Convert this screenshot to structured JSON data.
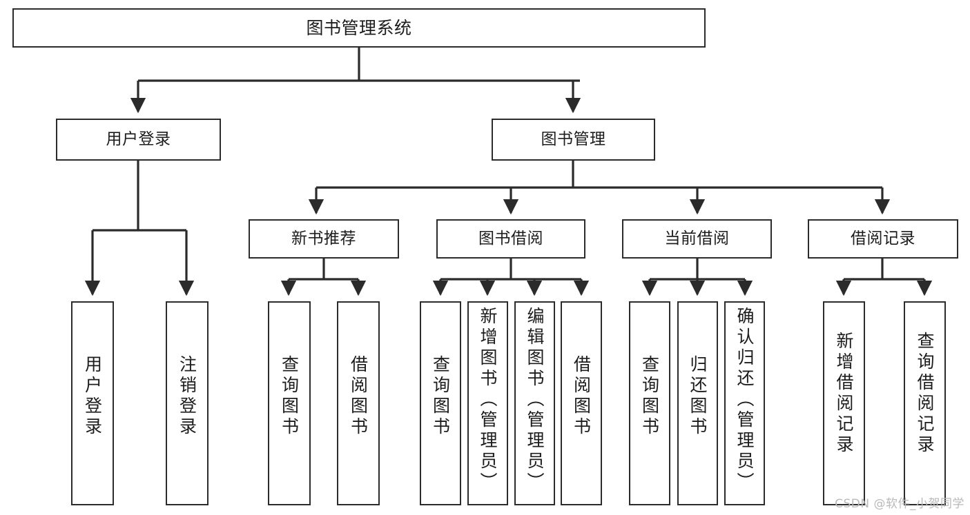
{
  "diagram": {
    "type": "tree",
    "title": "图书管理系统",
    "watermark": "CSDN @软件_小贺同学",
    "colors": {
      "box_border": "#2b2b2b",
      "box_fill": "#ffffff",
      "connector": "#2b2b2b",
      "text": "#1c1c1c",
      "background": "#ffffff",
      "watermark": "#b9b9b9"
    },
    "nodes": {
      "root": {
        "label": "图书管理系统"
      },
      "level1": [
        {
          "id": "user-login",
          "label": "用户登录"
        },
        {
          "id": "book-management",
          "label": "图书管理"
        }
      ],
      "level2": [
        {
          "id": "new-book-recommend",
          "label": "新书推荐"
        },
        {
          "id": "book-borrow",
          "label": "图书借阅"
        },
        {
          "id": "current-borrow",
          "label": "当前借阅"
        },
        {
          "id": "borrow-record",
          "label": "借阅记录"
        }
      ],
      "leaves": [
        {
          "id": "leaf-user-login",
          "label": "用户登录",
          "parent": "用户登录"
        },
        {
          "id": "leaf-user-logout",
          "label": "注销登录",
          "parent": "用户登录"
        },
        {
          "id": "leaf-query-book-1",
          "label": "查询图书",
          "parent": "新书推荐"
        },
        {
          "id": "leaf-borrow-book-1",
          "label": "借阅图书",
          "parent": "新书推荐"
        },
        {
          "id": "leaf-query-book-2",
          "label": "查询图书",
          "parent": "图书借阅"
        },
        {
          "id": "leaf-add-book",
          "label": "新增图书（管理员）",
          "parent": "图书借阅"
        },
        {
          "id": "leaf-edit-book",
          "label": "编辑图书（管理员）",
          "parent": "图书借阅"
        },
        {
          "id": "leaf-borrow-book-2",
          "label": "借阅图书",
          "parent": "图书借阅"
        },
        {
          "id": "leaf-query-book-3",
          "label": "查询图书",
          "parent": "当前借阅"
        },
        {
          "id": "leaf-return-book",
          "label": "归还图书",
          "parent": "当前借阅"
        },
        {
          "id": "leaf-confirm-return",
          "label": "确认归还（管理员）",
          "parent": "当前借阅"
        },
        {
          "id": "leaf-add-record",
          "label": "新增借阅记录",
          "parent": "借阅记录"
        },
        {
          "id": "leaf-query-record",
          "label": "查询借阅记录",
          "parent": "借阅记录"
        }
      ]
    }
  }
}
